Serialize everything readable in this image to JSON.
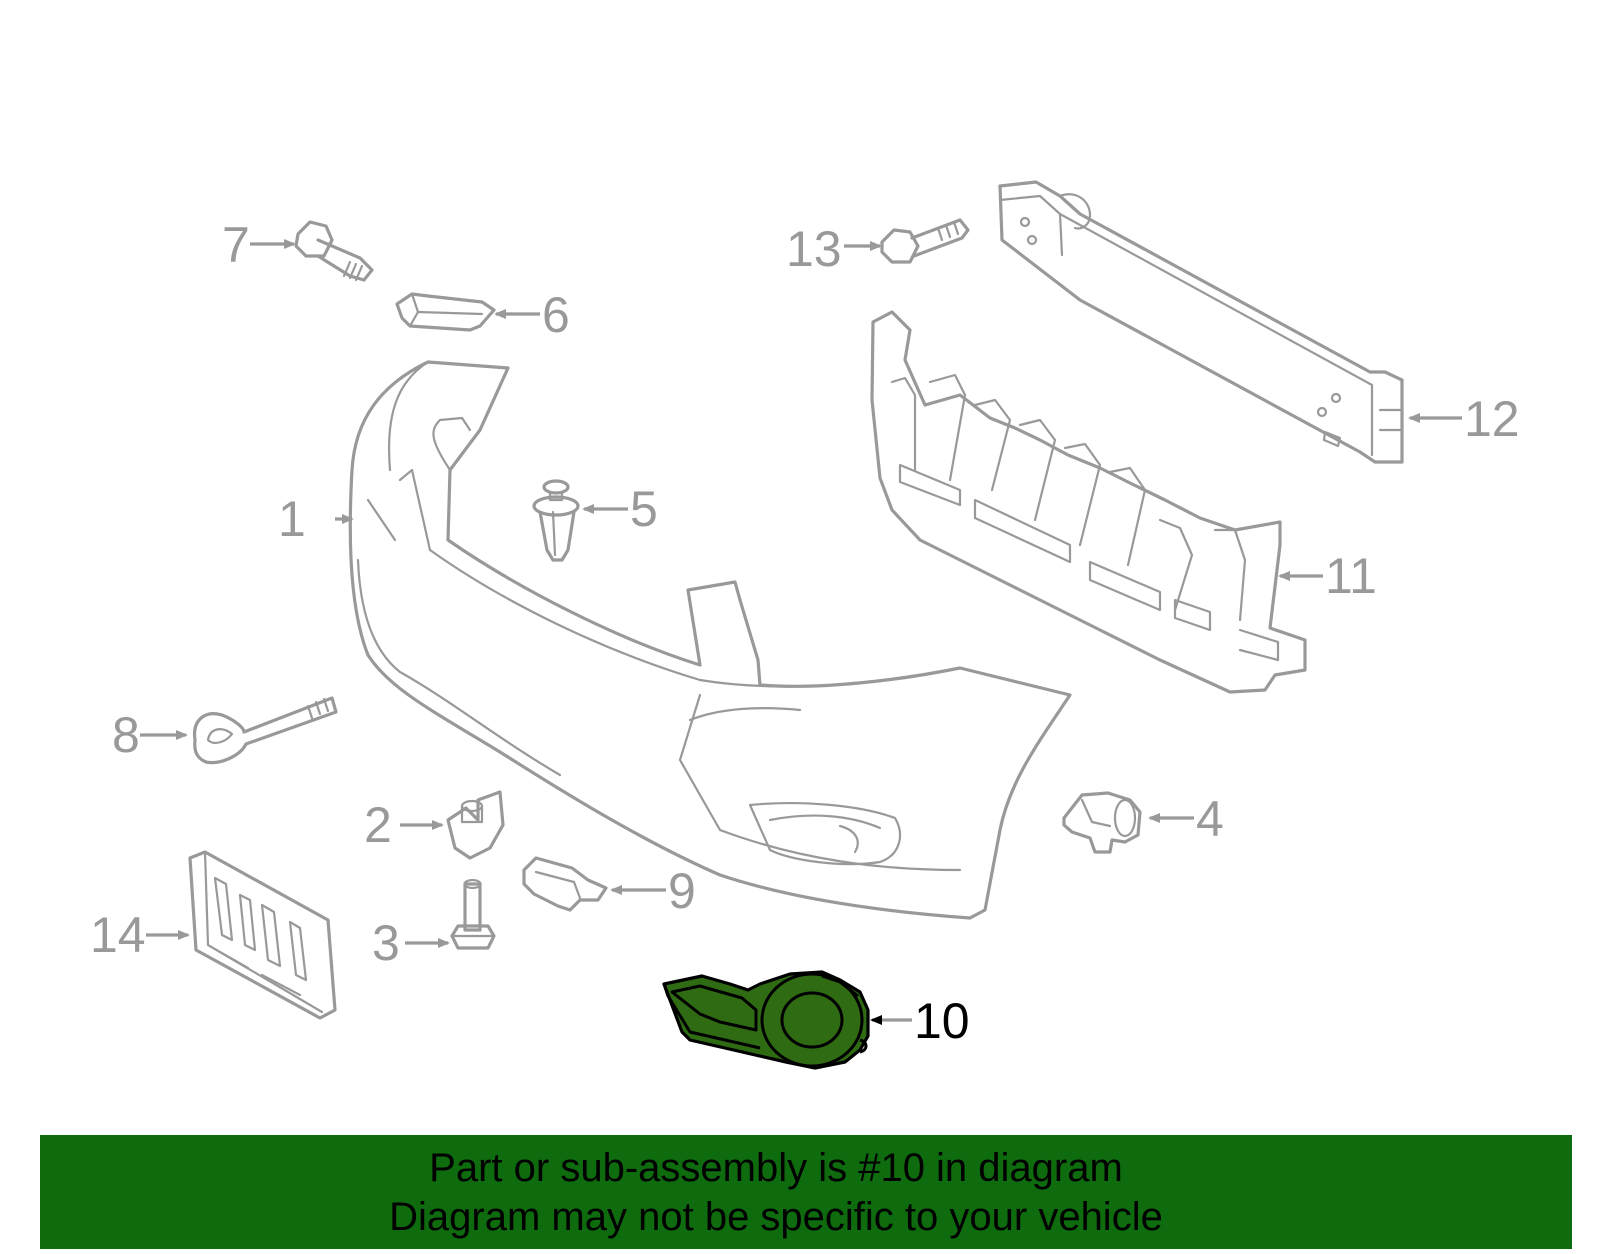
{
  "callouts": {
    "c1": "1",
    "c2": "2",
    "c3": "3",
    "c4": "4",
    "c5": "5",
    "c6": "6",
    "c7": "7",
    "c8": "8",
    "c9": "9",
    "c10": "10",
    "c11": "11",
    "c12": "12",
    "c13": "13",
    "c14": "14"
  },
  "highlight": {
    "part": "10",
    "fill": "#2e6b12",
    "outline": "#000000"
  },
  "colors": {
    "line_art": "#999999",
    "banner": "#0e6b0e"
  },
  "banner": {
    "line1": "Part or sub-assembly is #10 in diagram",
    "line2": "Diagram may not be specific to your vehicle"
  }
}
